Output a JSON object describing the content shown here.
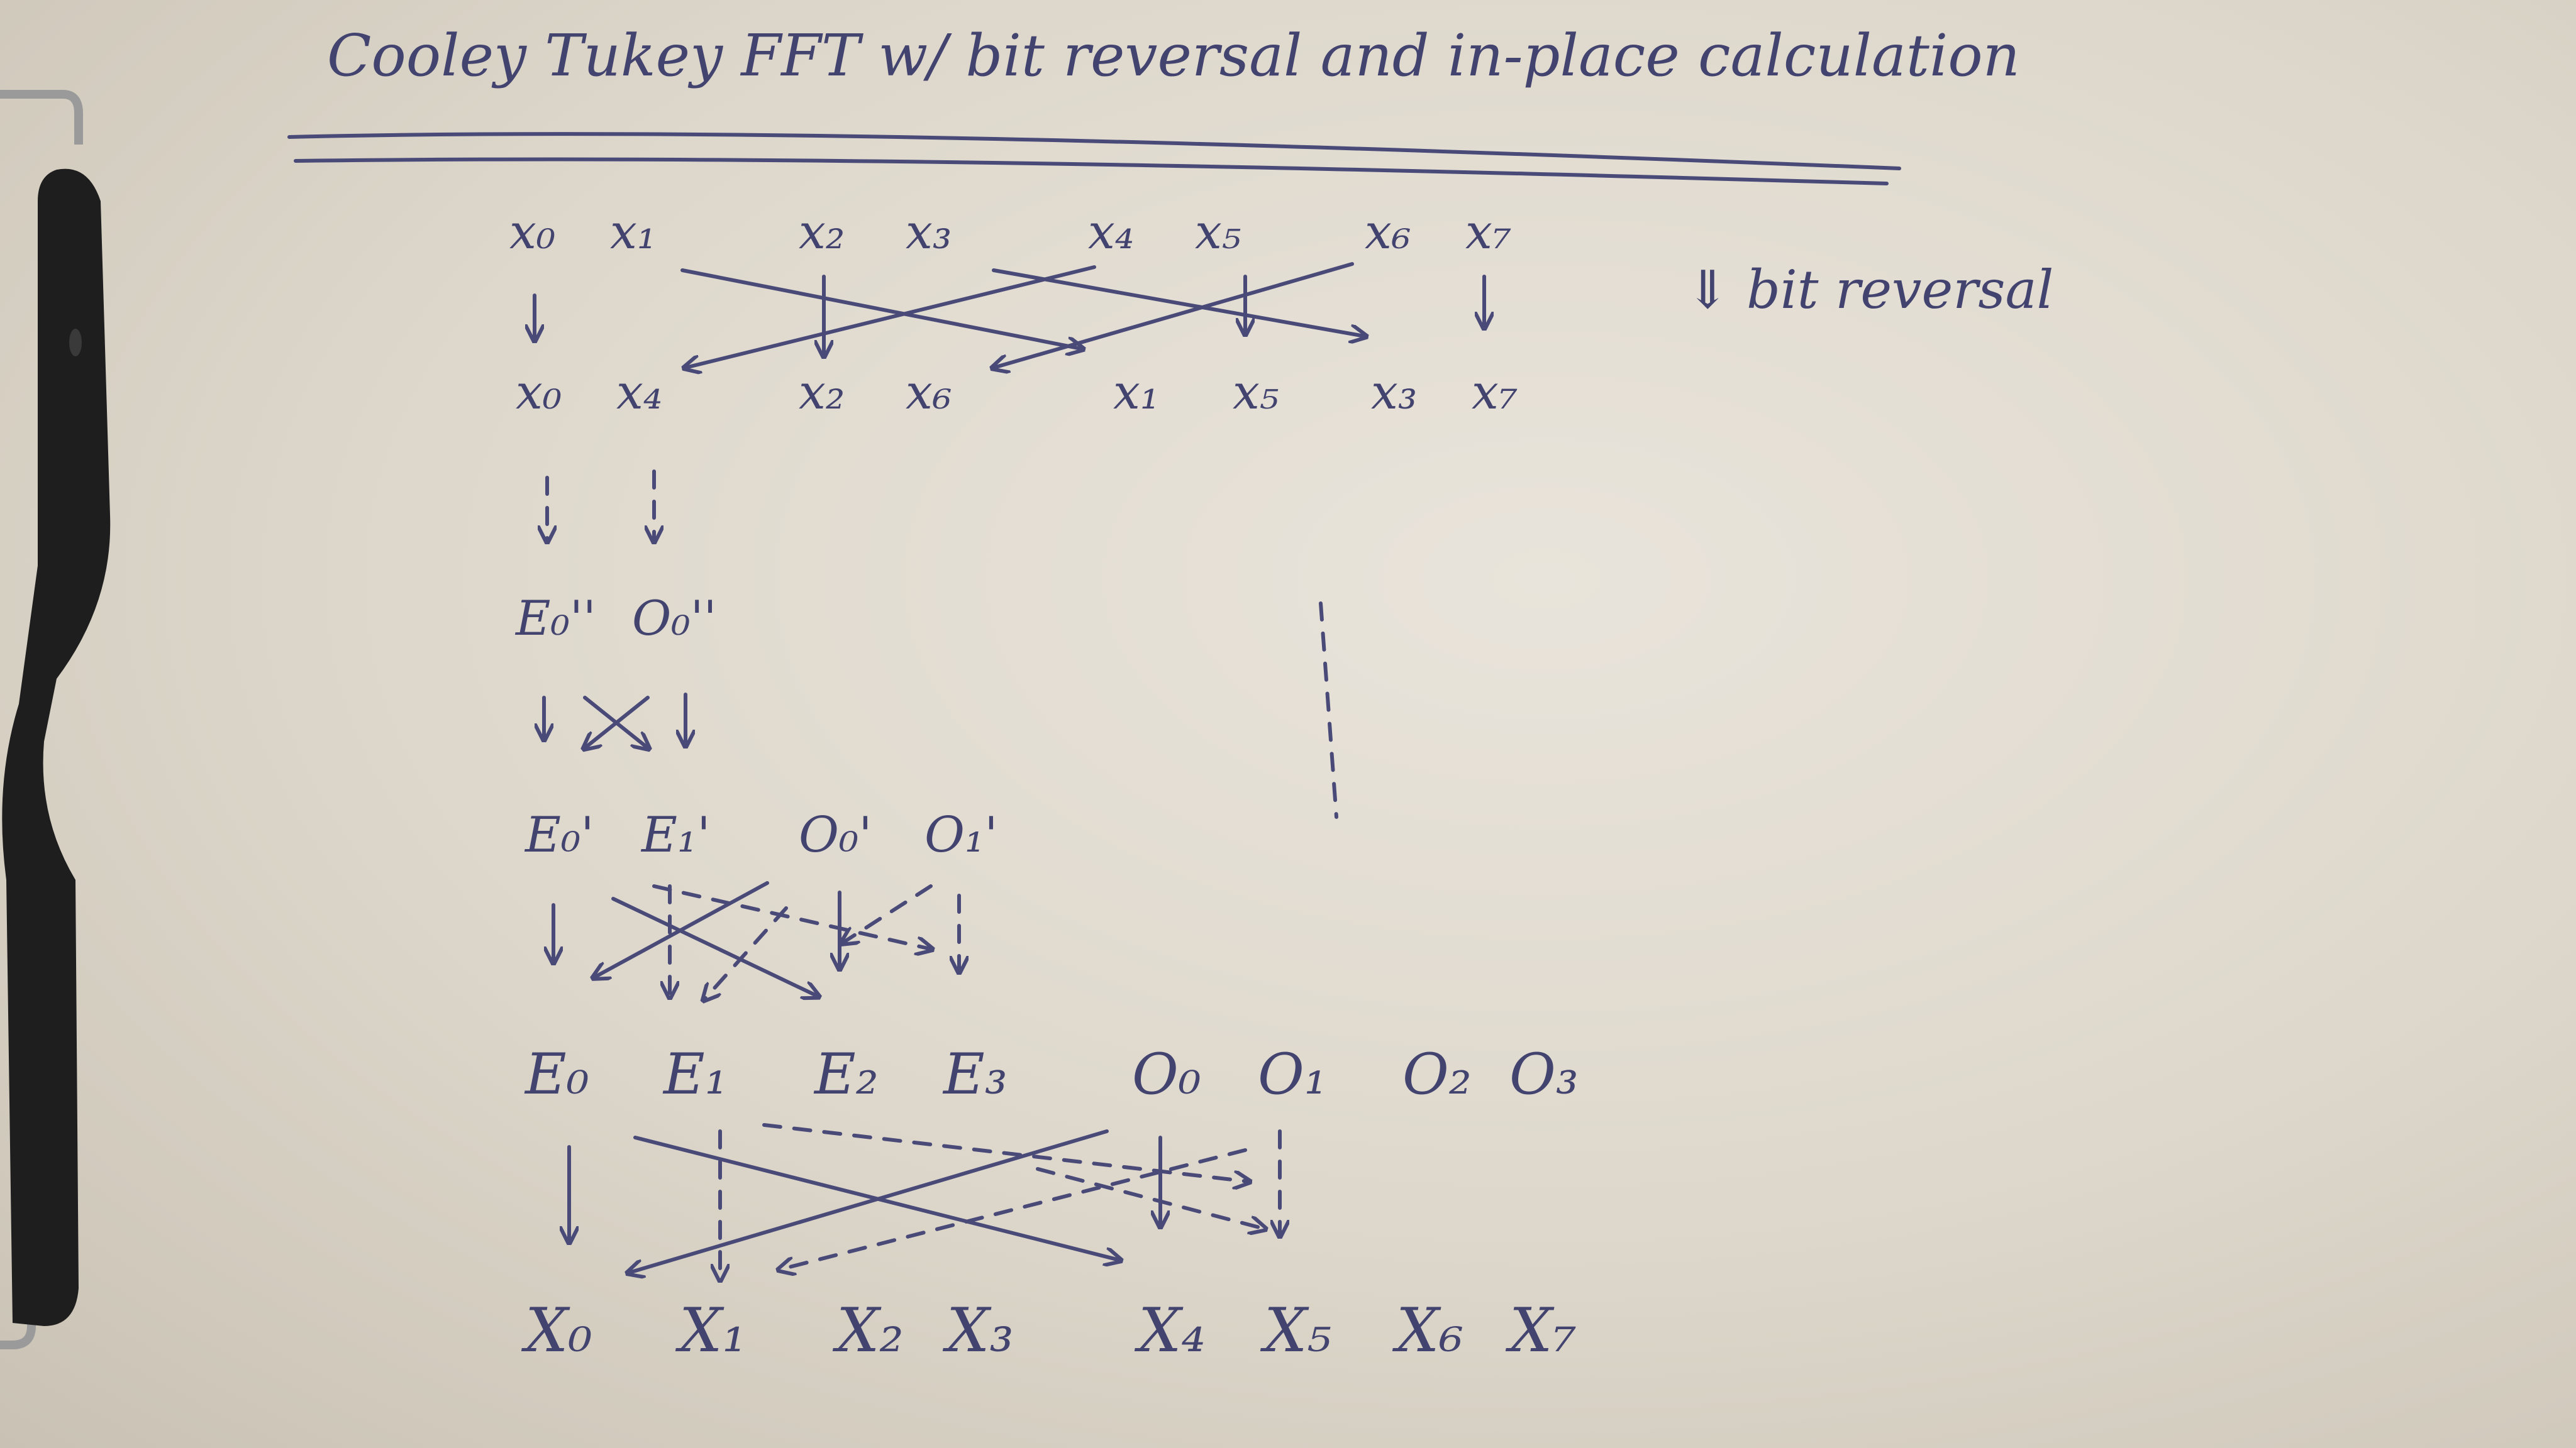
{
  "title": "Cooley Tukey FFT  w/ bit reversal and in-place calculation",
  "note": "⇓ bit reversal",
  "input_row": [
    "x₀",
    "x₁",
    "x₂",
    "x₃",
    "x₄",
    "x₅",
    "x₆",
    "x₇"
  ],
  "reversed_row": [
    "x₀",
    "x₄",
    "x₂",
    "x₆",
    "x₁",
    "x₅",
    "x₃",
    "x₇"
  ],
  "stage1_row": [
    "E₀''",
    "O₀''"
  ],
  "stage2_row": [
    "E₀'",
    "E₁'",
    "O₀'",
    "O₁'"
  ],
  "stage3_row": [
    "E₀",
    "E₁",
    "E₂",
    "E₃",
    "O₀",
    "O₁",
    "O₂",
    "O₃"
  ],
  "output_row": [
    "X₀",
    "X₁",
    "X₂",
    "X₃",
    "X₄",
    "X₅",
    "X₆",
    "X₇"
  ],
  "colors": {
    "ink": "#4a4a78",
    "paper": "#e6e1d7"
  }
}
